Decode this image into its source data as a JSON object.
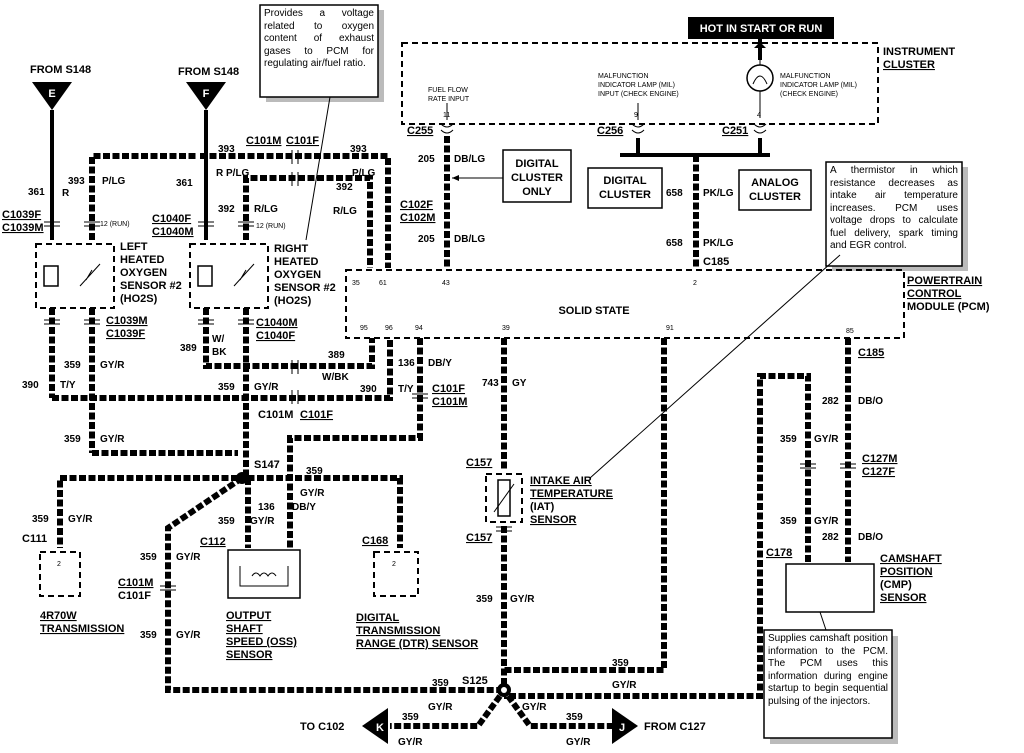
{
  "header": {
    "hot_label": "HOT IN START OR RUN"
  },
  "cluster": {
    "title_line1": "INSTRUMENT",
    "title_line2": "CLUSTER",
    "fuel_flow_line1": "FUEL FLOW",
    "fuel_flow_line2": "RATE INPUT",
    "pin_fuel": "11",
    "mil_in_line1": "MALFUNCTION",
    "mil_in_line2": "INDICATOR  LAMP  (MIL)",
    "mil_in_line3": "INPUT (CHECK ENGINE)",
    "pin_mil_in": "9",
    "mil_lamp_line1": "MALFUNCTION",
    "mil_lamp_line2": "INDICATOR LAMP (MIL)",
    "mil_lamp_line3": "(CHECK ENGINE)",
    "pin_mil_lamp": "4"
  },
  "connectors": {
    "c255": "C255",
    "c256": "C256",
    "c251": "C251",
    "c102f": "C102F",
    "c102m": "C102M",
    "c185_top": "C185",
    "c185_right": "C185",
    "c101m_top": "C101M",
    "c101f_top": "C101F",
    "c101m_mid": "C101M",
    "c101f_mid": "C101F",
    "c101f_right": "C101F",
    "c101m_right": "C101M",
    "c1039f_top": "C1039F",
    "c1039m_top": "C1039M",
    "c1039m_bot": "C1039M",
    "c1039f_bot": "C1039F",
    "c1040f_top": "C1040F",
    "c1040m_top": "C1040M",
    "c1040m_bot": "C1040M",
    "c1040f_bot": "C1040F",
    "c157_top": "C157",
    "c157_bot": "C157",
    "c127m": "C127M",
    "c127f": "C127F",
    "c178": "C178",
    "c111": "C111",
    "c112": "C112",
    "c168": "C168",
    "c101m_left": "C101M",
    "c101f_left": "C101F",
    "s147": "S147",
    "s125": "S125"
  },
  "from_s148": "FROM S148",
  "letters": {
    "e": "E",
    "f": "F",
    "k": "K",
    "j": "J"
  },
  "to_c102": "TO C102",
  "from_c127": "FROM C127",
  "run_label": "12 (RUN)",
  "wires": {
    "w361": "361",
    "w393": "393",
    "w392": "392",
    "w389": "389",
    "w390": "390",
    "w359": "359",
    "w205": "205",
    "w658": "658",
    "w136": "136",
    "w743": "743",
    "w282": "282",
    "r": "R",
    "plg": "P/LG",
    "rlg": "R/LG",
    "wbk_line1": "W/",
    "wbk_line2": "BK",
    "wbk": "W/BK",
    "ty": "T/Y",
    "gyr": "GY/R",
    "dbly": "DB/Y",
    "dblg": "DB/LG",
    "pklg": "PK/LG",
    "gy": "GY",
    "dbo": "DB/O"
  },
  "components": {
    "left_ho2s_line1": "LEFT",
    "left_ho2s_line2": "HEATED",
    "left_ho2s_line3": "OXYGEN",
    "left_ho2s_line4": "SENSOR #2",
    "left_ho2s_line5": "(HO2S)",
    "right_ho2s_line1": "RIGHT",
    "right_ho2s_line2": "HEATED",
    "right_ho2s_line3": "OXYGEN",
    "right_ho2s_line4": "SENSOR #2",
    "right_ho2s_line5": "(HO2S)",
    "pcm_line1": "POWERTRAIN",
    "pcm_line2": "CONTROL",
    "pcm_line3": "MODULE (PCM)",
    "solid_state": "SOLID STATE",
    "digital_only_line1": "DIGITAL",
    "digital_only_line2": "CLUSTER",
    "digital_only_line3": "ONLY",
    "digital_cluster_line1": "DIGITAL",
    "digital_cluster_line2": "CLUSTER",
    "analog_cluster_line1": "ANALOG",
    "analog_cluster_line2": "CLUSTER",
    "iat_line1": "INTAKE AIR",
    "iat_line2": "TEMPERATURE",
    "iat_line3": "(IAT)",
    "iat_line4": "SENSOR",
    "cmp_line1": "CAMSHAFT",
    "cmp_line2": "POSITION",
    "cmp_line3": "(CMP)",
    "cmp_line4": "SENSOR",
    "trans_line1": "4R70W",
    "trans_line2": "TRANSMISSION",
    "oss_line1": "OUTPUT",
    "oss_line2": "SHAFT",
    "oss_line3": "SPEED (OSS)",
    "oss_line4": "SENSOR",
    "dtr_line1": "DIGITAL",
    "dtr_line2": "TRANSMISSION",
    "dtr_line3": "RANGE (DTR) SENSOR"
  },
  "pcm_pins": {
    "p35": "35",
    "p61": "61",
    "p43": "43",
    "p2": "2",
    "p95": "95",
    "p96": "96",
    "p94": "94",
    "p39": "39",
    "p91": "91",
    "p85": "85",
    "p2_c111": "2",
    "p2_c168": "2"
  },
  "notes": {
    "ho2s_note": "Provides a voltage related to oxygen content of exhaust gases to PCM for regulating air/fuel ratio.",
    "thermistor_note": "A thermistor in which resistance decreases as intake air temperature increases. PCM uses voltage drops to calculate fuel delivery, spark timing and EGR control.",
    "cmp_note": "Supplies camshaft position information to the PCM. The PCM uses this information during engine startup to begin sequential pulsing of the injectors."
  }
}
